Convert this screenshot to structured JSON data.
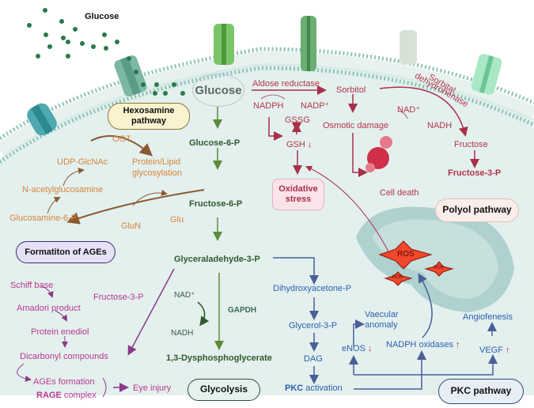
{
  "title": "Hyperglycemia-induced metabolic pathways",
  "extracellular": {
    "glucose_label": "Glucose"
  },
  "center": {
    "glucose": "Glucose",
    "glycolysis": [
      "Glucose-6-P",
      "Fructose-6-P",
      "Glyceraladehyde-3-P",
      "1,3-Dysphosphoglycerate"
    ],
    "gapdh": "GAPDH",
    "nad_plus": "NAD⁺",
    "nadh": "NADH",
    "glycolysis_label": "Glycolysis"
  },
  "hexosamine": {
    "label": "Hexosamine pathway",
    "ogt": "OGT",
    "udp": "UDP-GlcNAc",
    "protein_lipid": "Protein/Lipid",
    "glycosylation": "glycosylation",
    "nacetyl": "N-acetylglucosamine",
    "glucosamine": "Glucosamine-6-P",
    "glun": "GluN",
    "glu": "Glu"
  },
  "ages": {
    "label": "Formatiton of AGEs",
    "schiff": "Schiff base",
    "amadori": "Amadori product",
    "enediol": "Protein enediol",
    "dicarbonyl": "Dicarbonyl compounds",
    "fructose3p": "Fructose-3-P",
    "formation": "AGEs formation",
    "rage_bold": "RAGE",
    "rage_rest": " complex",
    "eye": "Eye injury"
  },
  "polyol": {
    "aldose": "Aldose reductase",
    "sorbitol": "Sorbitol",
    "nadph": "NADPH",
    "nadp": "NADP⁺",
    "gssg": "GSSG",
    "gsh": "GSH",
    "down": "↓",
    "osmotic": "Osmotic damage",
    "cell_death": "Cell death",
    "sorbitol_dh_1": "Sorbital",
    "sorbitol_dh_2": "dehydrohenase",
    "nad": "NAD⁺",
    "nadh": "NADH",
    "fructose": "Fructose",
    "fructose3p": "Fructose-3-P",
    "oxidative_1": "Oxidative",
    "oxidative_2": "stress",
    "label": "Polyol pathway"
  },
  "ros": {
    "big": "ROS",
    "small1": "ROS",
    "small2": "ROS"
  },
  "pkc": {
    "dhap": "Dihydroxyacetone-P",
    "glycerol": "Glycerol-3-P",
    "dag": "DAG",
    "pkc_bold": "PKC",
    "activation": " activation",
    "vascular_1": "Vaecular",
    "vascular_2": "anomaly",
    "enos": "eNOS",
    "nadph_ox": "NADPH oxidases",
    "angio": "Angiofenesis",
    "vegf": "VEGF",
    "up": "↑",
    "down": "↓",
    "label": "PKC pathway"
  },
  "colors": {
    "cytoplasm": "#e3f0ee",
    "membrane": "#8cc3b6",
    "glycolysis": "#5e8a3a",
    "hexosamine": "#d8843a",
    "polyol": "#a8304a",
    "ages": "#b83a8e",
    "pkc": "#2c5fb0",
    "ros": "#f2472a"
  }
}
